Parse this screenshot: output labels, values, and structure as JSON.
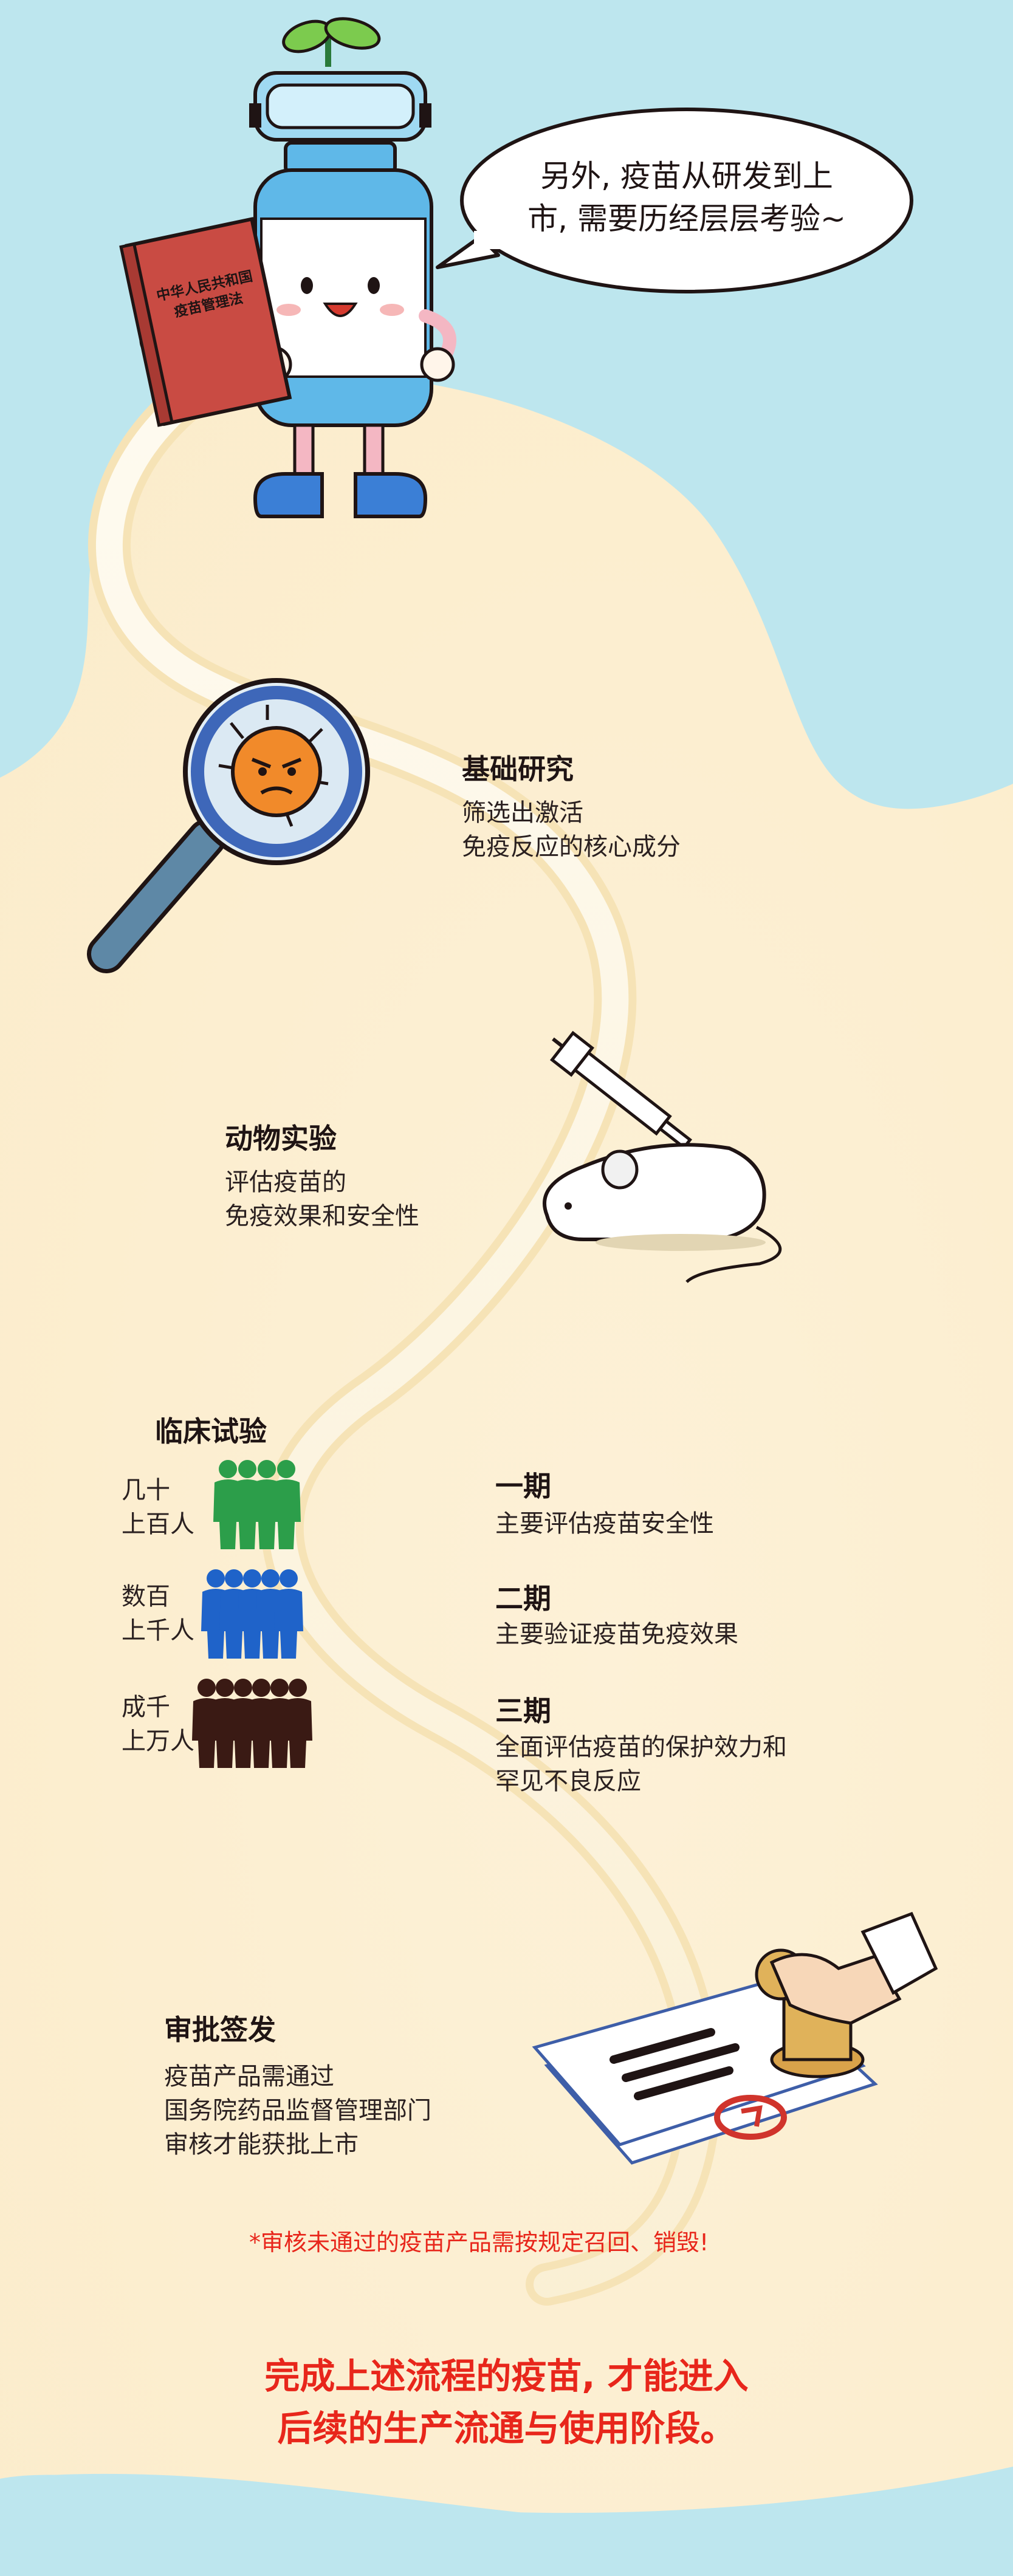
{
  "bubble": {
    "line1": "另外, 疫苗从研发到上",
    "line2": "市, 需要历经层层考验~"
  },
  "book": {
    "title_line1": "中华人民共和国",
    "title_line2": "疫苗管理法"
  },
  "stages": {
    "basic": {
      "title": "基础研究",
      "desc_line1": "筛选出激活",
      "desc_line2": "免疫反应的核心成分"
    },
    "animal": {
      "title": "动物实验",
      "desc_line1": "评估疫苗的",
      "desc_line2": "免疫效果和安全性"
    },
    "clinical": {
      "title": "临床试验"
    },
    "approval": {
      "title": "审批签发",
      "desc_line1": "疫苗产品需通过",
      "desc_line2": "国务院药品监督管理部门",
      "desc_line3": "审核才能获批上市"
    }
  },
  "crowds": [
    {
      "line1": "几十",
      "line2": "上百人",
      "color": "#2c9e4a"
    },
    {
      "line1": "数百",
      "line2": "上千人",
      "color": "#1f63c9"
    },
    {
      "line1": "成千",
      "line2": "上万人",
      "color": "#3a1a14"
    }
  ],
  "phases": [
    {
      "title": "一期",
      "desc_line1": "主要评估疫苗安全性"
    },
    {
      "title": "二期",
      "desc_line1": "主要验证疫苗免疫效果"
    },
    {
      "title": "三期",
      "desc_line1": "全面评估疫苗的保护效力和",
      "desc_line2": "罕见不良反应"
    }
  ],
  "note": "*审核未通过的疫苗产品需按规定召回、销毁!",
  "final": {
    "line1": "完成上述流程的疫苗, 才能进入",
    "line2": "后续的生产流通与使用阶段。"
  },
  "colors": {
    "sky": "#bde6ee",
    "sand": "#fdf0d3",
    "road": "#f3e1b4",
    "accent": "#e8261b"
  }
}
